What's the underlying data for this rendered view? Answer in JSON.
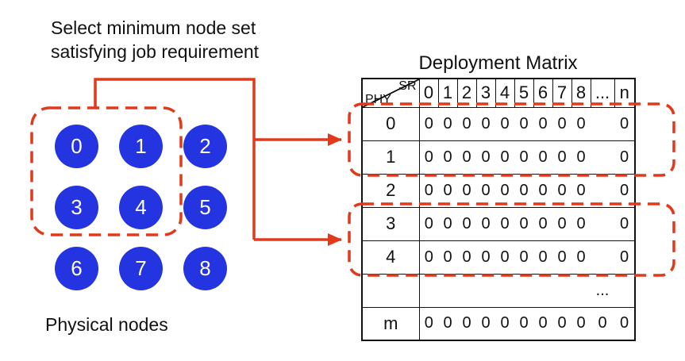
{
  "colors": {
    "accent_red": "#e2391b",
    "node_blue": "#2334e0",
    "ink": "#111111"
  },
  "annotation": {
    "lines": [
      "Select minimum node set",
      "satisfying job requirement"
    ]
  },
  "physical_nodes": {
    "label": "Physical nodes",
    "nodes": [
      "0",
      "1",
      "2",
      "3",
      "4",
      "5",
      "6",
      "7",
      "8"
    ],
    "selected_nodes": [
      "0",
      "1",
      "3",
      "4"
    ]
  },
  "matrix": {
    "title": "Deployment Matrix",
    "corner": {
      "top_label": "SR",
      "bottom_label": "PHY"
    },
    "columns": [
      "0",
      "1",
      "2",
      "3",
      "4",
      "5",
      "6",
      "7",
      "8",
      "...",
      "n"
    ],
    "rows": [
      {
        "header": "0",
        "cells": [
          "0",
          "0",
          "0",
          "0",
          "0",
          "0",
          "0",
          "0",
          "0",
          "",
          "0"
        ]
      },
      {
        "header": "1",
        "cells": [
          "0",
          "0",
          "0",
          "0",
          "0",
          "0",
          "0",
          "0",
          "0",
          "",
          "0"
        ]
      },
      {
        "header": "2",
        "cells": [
          "0",
          "0",
          "0",
          "0",
          "0",
          "0",
          "0",
          "0",
          "0",
          "",
          "0"
        ]
      },
      {
        "header": "3",
        "cells": [
          "0",
          "0",
          "0",
          "0",
          "0",
          "0",
          "0",
          "0",
          "0",
          "",
          "0"
        ]
      },
      {
        "header": "4",
        "cells": [
          "0",
          "0",
          "0",
          "0",
          "0",
          "0",
          "0",
          "0",
          "0",
          "",
          "0"
        ]
      },
      {
        "header": "",
        "cells": [
          "",
          "",
          "",
          "",
          "",
          "",
          "",
          "",
          "",
          "...",
          ""
        ]
      },
      {
        "header": "m",
        "cells": [
          "0",
          "0",
          "0",
          "0",
          "0",
          "0",
          "0",
          "0",
          "0",
          "0",
          "0"
        ]
      }
    ],
    "highlighted_row_groups": [
      [
        "0",
        "1"
      ],
      [
        "3",
        "4"
      ]
    ]
  }
}
